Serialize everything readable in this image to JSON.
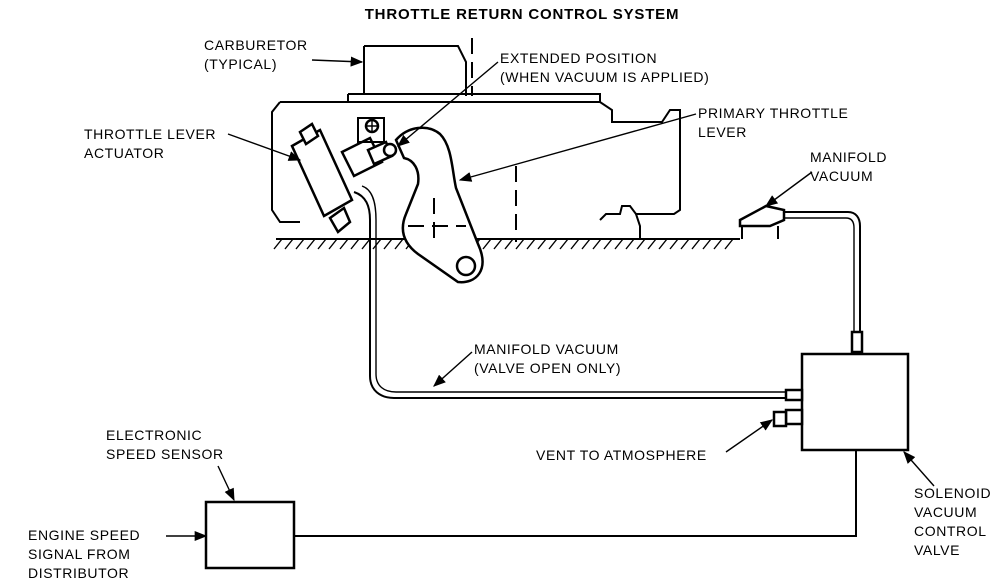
{
  "title": "THROTTLE RETURN CONTROL SYSTEM",
  "labels": {
    "carburetor": [
      "CARBURETOR",
      "(TYPICAL)"
    ],
    "extended_position": [
      "EXTENDED POSITION",
      "(WHEN VACUUM IS APPLIED)"
    ],
    "primary_throttle_lever": [
      "PRIMARY THROTTLE",
      "LEVER"
    ],
    "throttle_lever_actuator": [
      "THROTTLE LEVER",
      "ACTUATOR"
    ],
    "manifold_vacuum_top": [
      "MANIFOLD",
      "VACUUM"
    ],
    "manifold_vacuum_valve": [
      "MANIFOLD VACUUM",
      "(VALVE OPEN ONLY)"
    ],
    "electronic_speed_sensor": [
      "ELECTRONIC",
      "SPEED SENSOR"
    ],
    "vent_to_atmosphere": [
      "VENT TO ATMOSPHERE"
    ],
    "engine_speed_signal": [
      "ENGINE SPEED",
      "SIGNAL FROM",
      "DISTRIBUTOR"
    ],
    "solenoid_valve": [
      "SOLENOID",
      "VACUUM",
      "CONTROL",
      "VALVE"
    ]
  }
}
